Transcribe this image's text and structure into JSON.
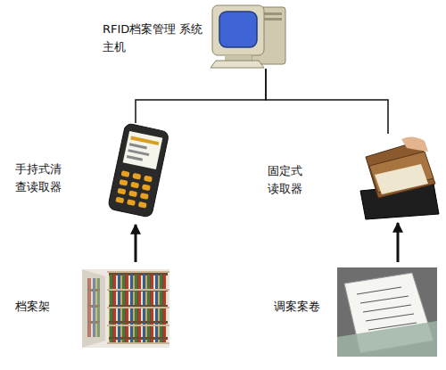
{
  "diagram": {
    "nodes": [
      {
        "text": [
          "RFID档案管理 系统主机"
        ]
      },
      {
        "text": [
          "手持式清 查读取器"
        ]
      },
      {
        "text": [
          "固定式 读取器"
        ]
      },
      {
        "text": [
          "档案架"
        ]
      },
      {
        "text": [
          "调案案卷"
        ]
      }
    ],
    "edges": [
      {
        "from": 0,
        "to": 1,
        "arrow": "none"
      },
      {
        "from": 0,
        "to": 2,
        "arrow": "none"
      },
      {
        "from": 3,
        "to": 1,
        "arrow": "to"
      },
      {
        "from": 4,
        "to": 2,
        "arrow": "to"
      }
    ]
  }
}
